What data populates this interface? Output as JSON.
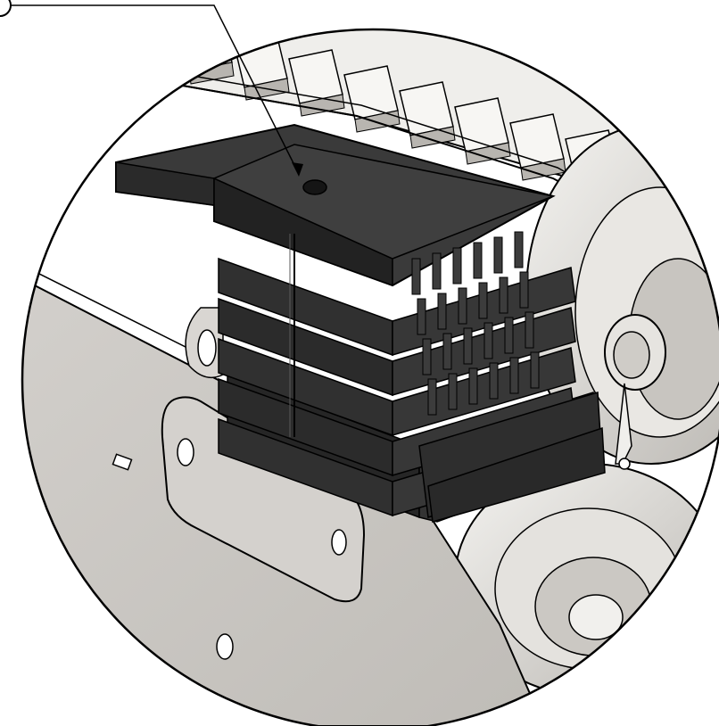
{
  "figure": {
    "kind": "technical-detail-view",
    "view_shape": "circular-detail",
    "callout": {
      "label": "",
      "target": "weight-stack-hole",
      "leader_color": "#000000"
    },
    "colors": {
      "background": "#ffffff",
      "outline": "#000000",
      "frame_plate": "#c9c6c2",
      "mounting_plate": "#d6d3cf",
      "weight_block": "#2f2f2f",
      "weight_top": "#3b3b3b",
      "weight_edge": "#1c1c1c",
      "track_light": "#f2f1ee",
      "track_shadow": "#bdbab5",
      "wheel": "#e3e1dd"
    },
    "parts": [
      "track-belt",
      "weight-stack",
      "side-frame-plate",
      "mounting-plate",
      "idler-wheel",
      "road-wheels",
      "hitch-pin",
      "cotter-pin"
    ]
  }
}
